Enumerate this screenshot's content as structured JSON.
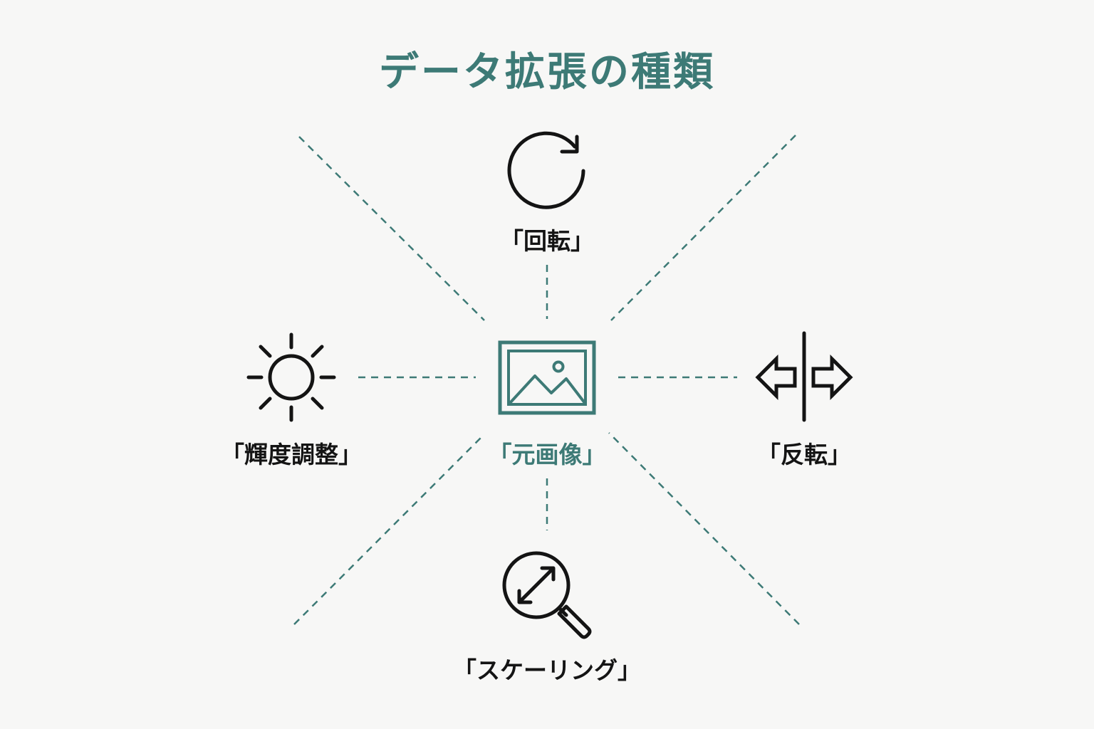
{
  "title": "データ拡張の種類",
  "colors": {
    "accent": "#3d7a76",
    "text": "#141414",
    "background": "#f7f7f6"
  },
  "center_node": {
    "label": "「元画像」",
    "icon": "image-icon"
  },
  "nodes": {
    "rotation": {
      "label": "「回転」",
      "icon": "rotate-icon"
    },
    "brightness": {
      "label": "「輝度調整」",
      "icon": "sun-icon"
    },
    "flip": {
      "label": "「反転」",
      "icon": "flip-icon"
    },
    "scaling": {
      "label": "「スケーリング」",
      "icon": "zoom-scale-icon"
    }
  }
}
